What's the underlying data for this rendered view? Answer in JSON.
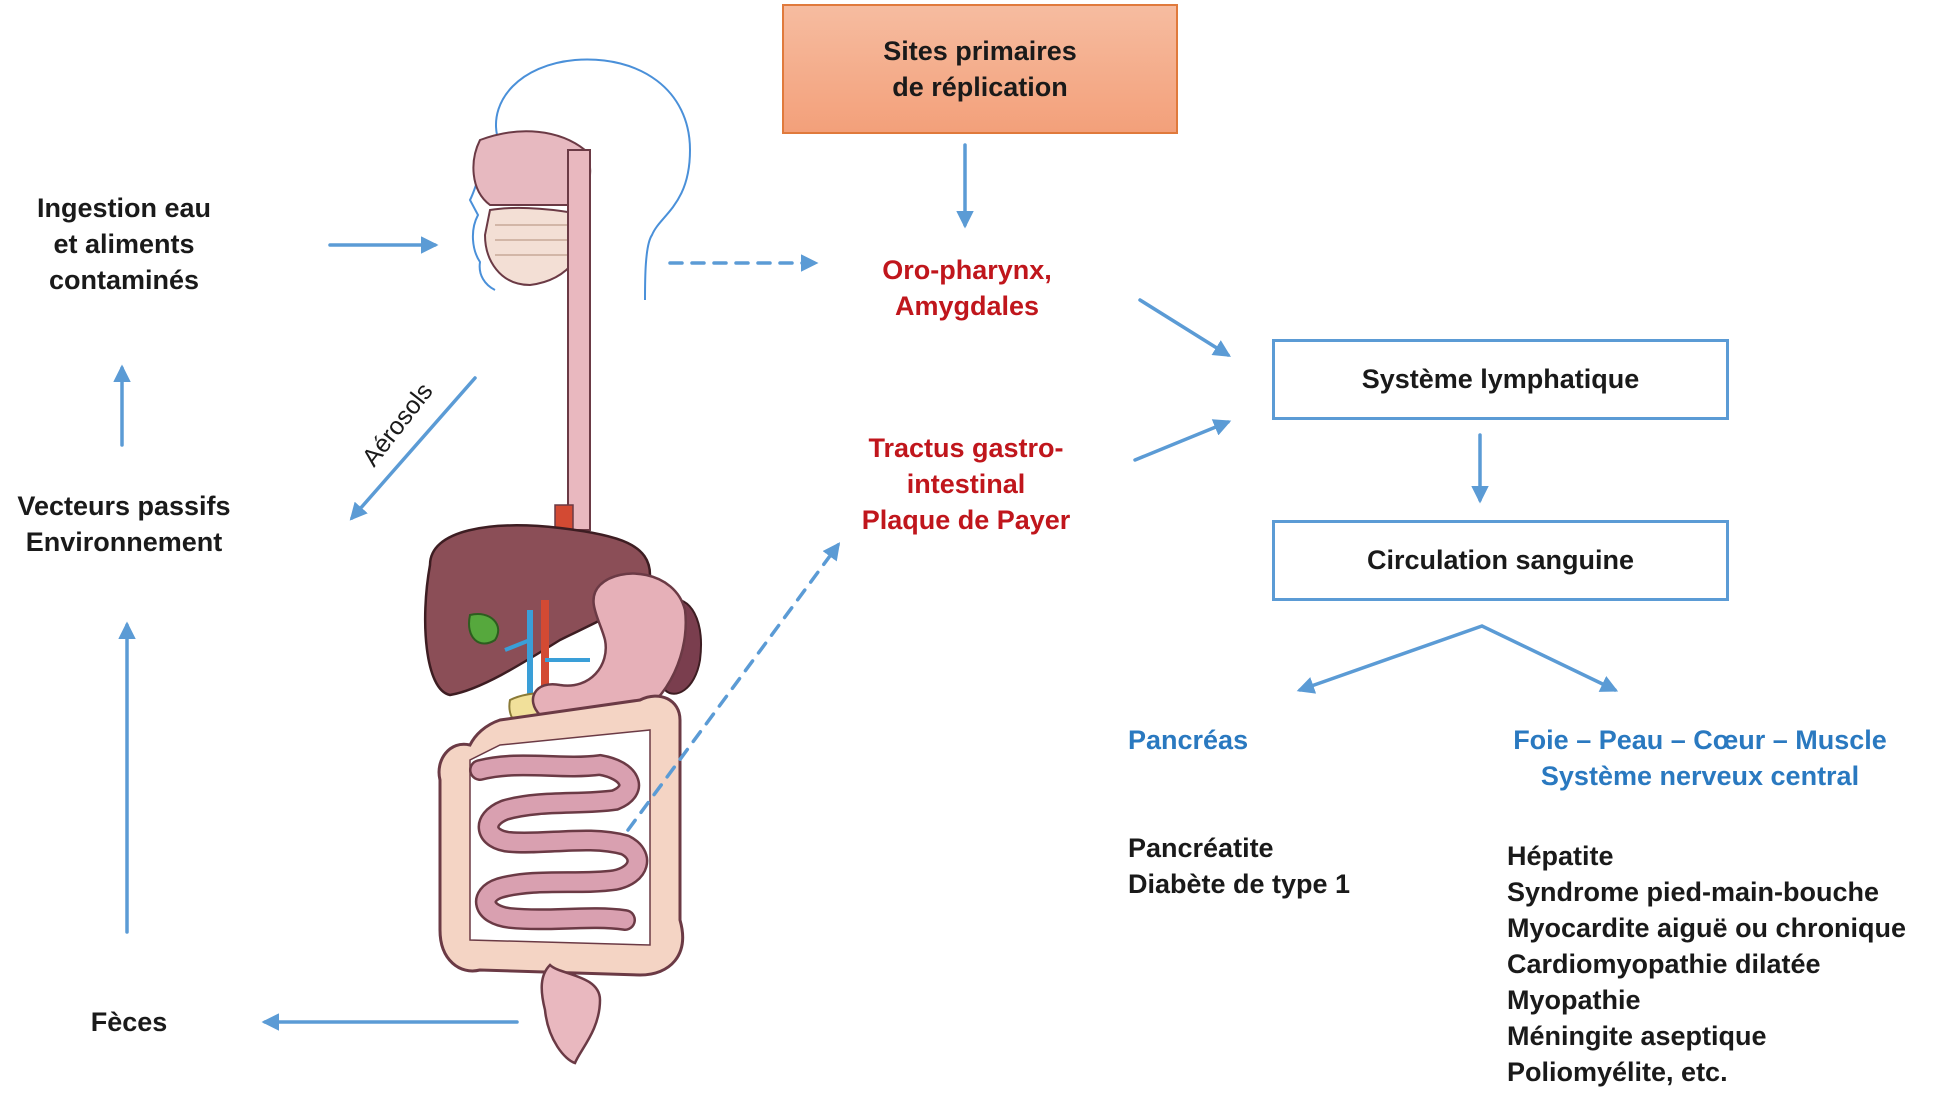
{
  "top_box": {
    "line1": "Sites primaires",
    "line2": "de réplication"
  },
  "ingestion": {
    "line1": "Ingestion eau",
    "line2": "et aliments",
    "line3": "contaminés"
  },
  "vecteurs": {
    "line1": "Vecteurs passifs",
    "line2": "Environnement"
  },
  "feces": "Fèces",
  "aerosols": "Aérosols",
  "oropharynx": {
    "line1": "Oro-pharynx,",
    "line2": "Amygdales"
  },
  "tractus": {
    "line1": "Tractus gastro-",
    "line2": "intestinal",
    "line3": "Plaque de Payer"
  },
  "lymph_box": "Système lymphatique",
  "blood_box": "Circulation sanguine",
  "pancreas": "Pancréas",
  "organs": {
    "line1": "Foie – Peau – Cœur – Muscle",
    "line2": "Système nerveux central"
  },
  "pancreas_diseases": [
    "Pancréatite",
    "Diabète de type 1"
  ],
  "organ_diseases": [
    "Hépatite",
    "Syndrome pied-main-bouche",
    "Myocardite aiguë ou chronique",
    "Cardiomyopathie dilatée",
    "Myopathie",
    "Méningite aseptique",
    "Poliomyélite, etc."
  ],
  "colors": {
    "arrow": "#5b9bd5",
    "red_text": "#c0161c",
    "blue_text": "#2a79c0",
    "orange_box": "#f3a07a"
  }
}
